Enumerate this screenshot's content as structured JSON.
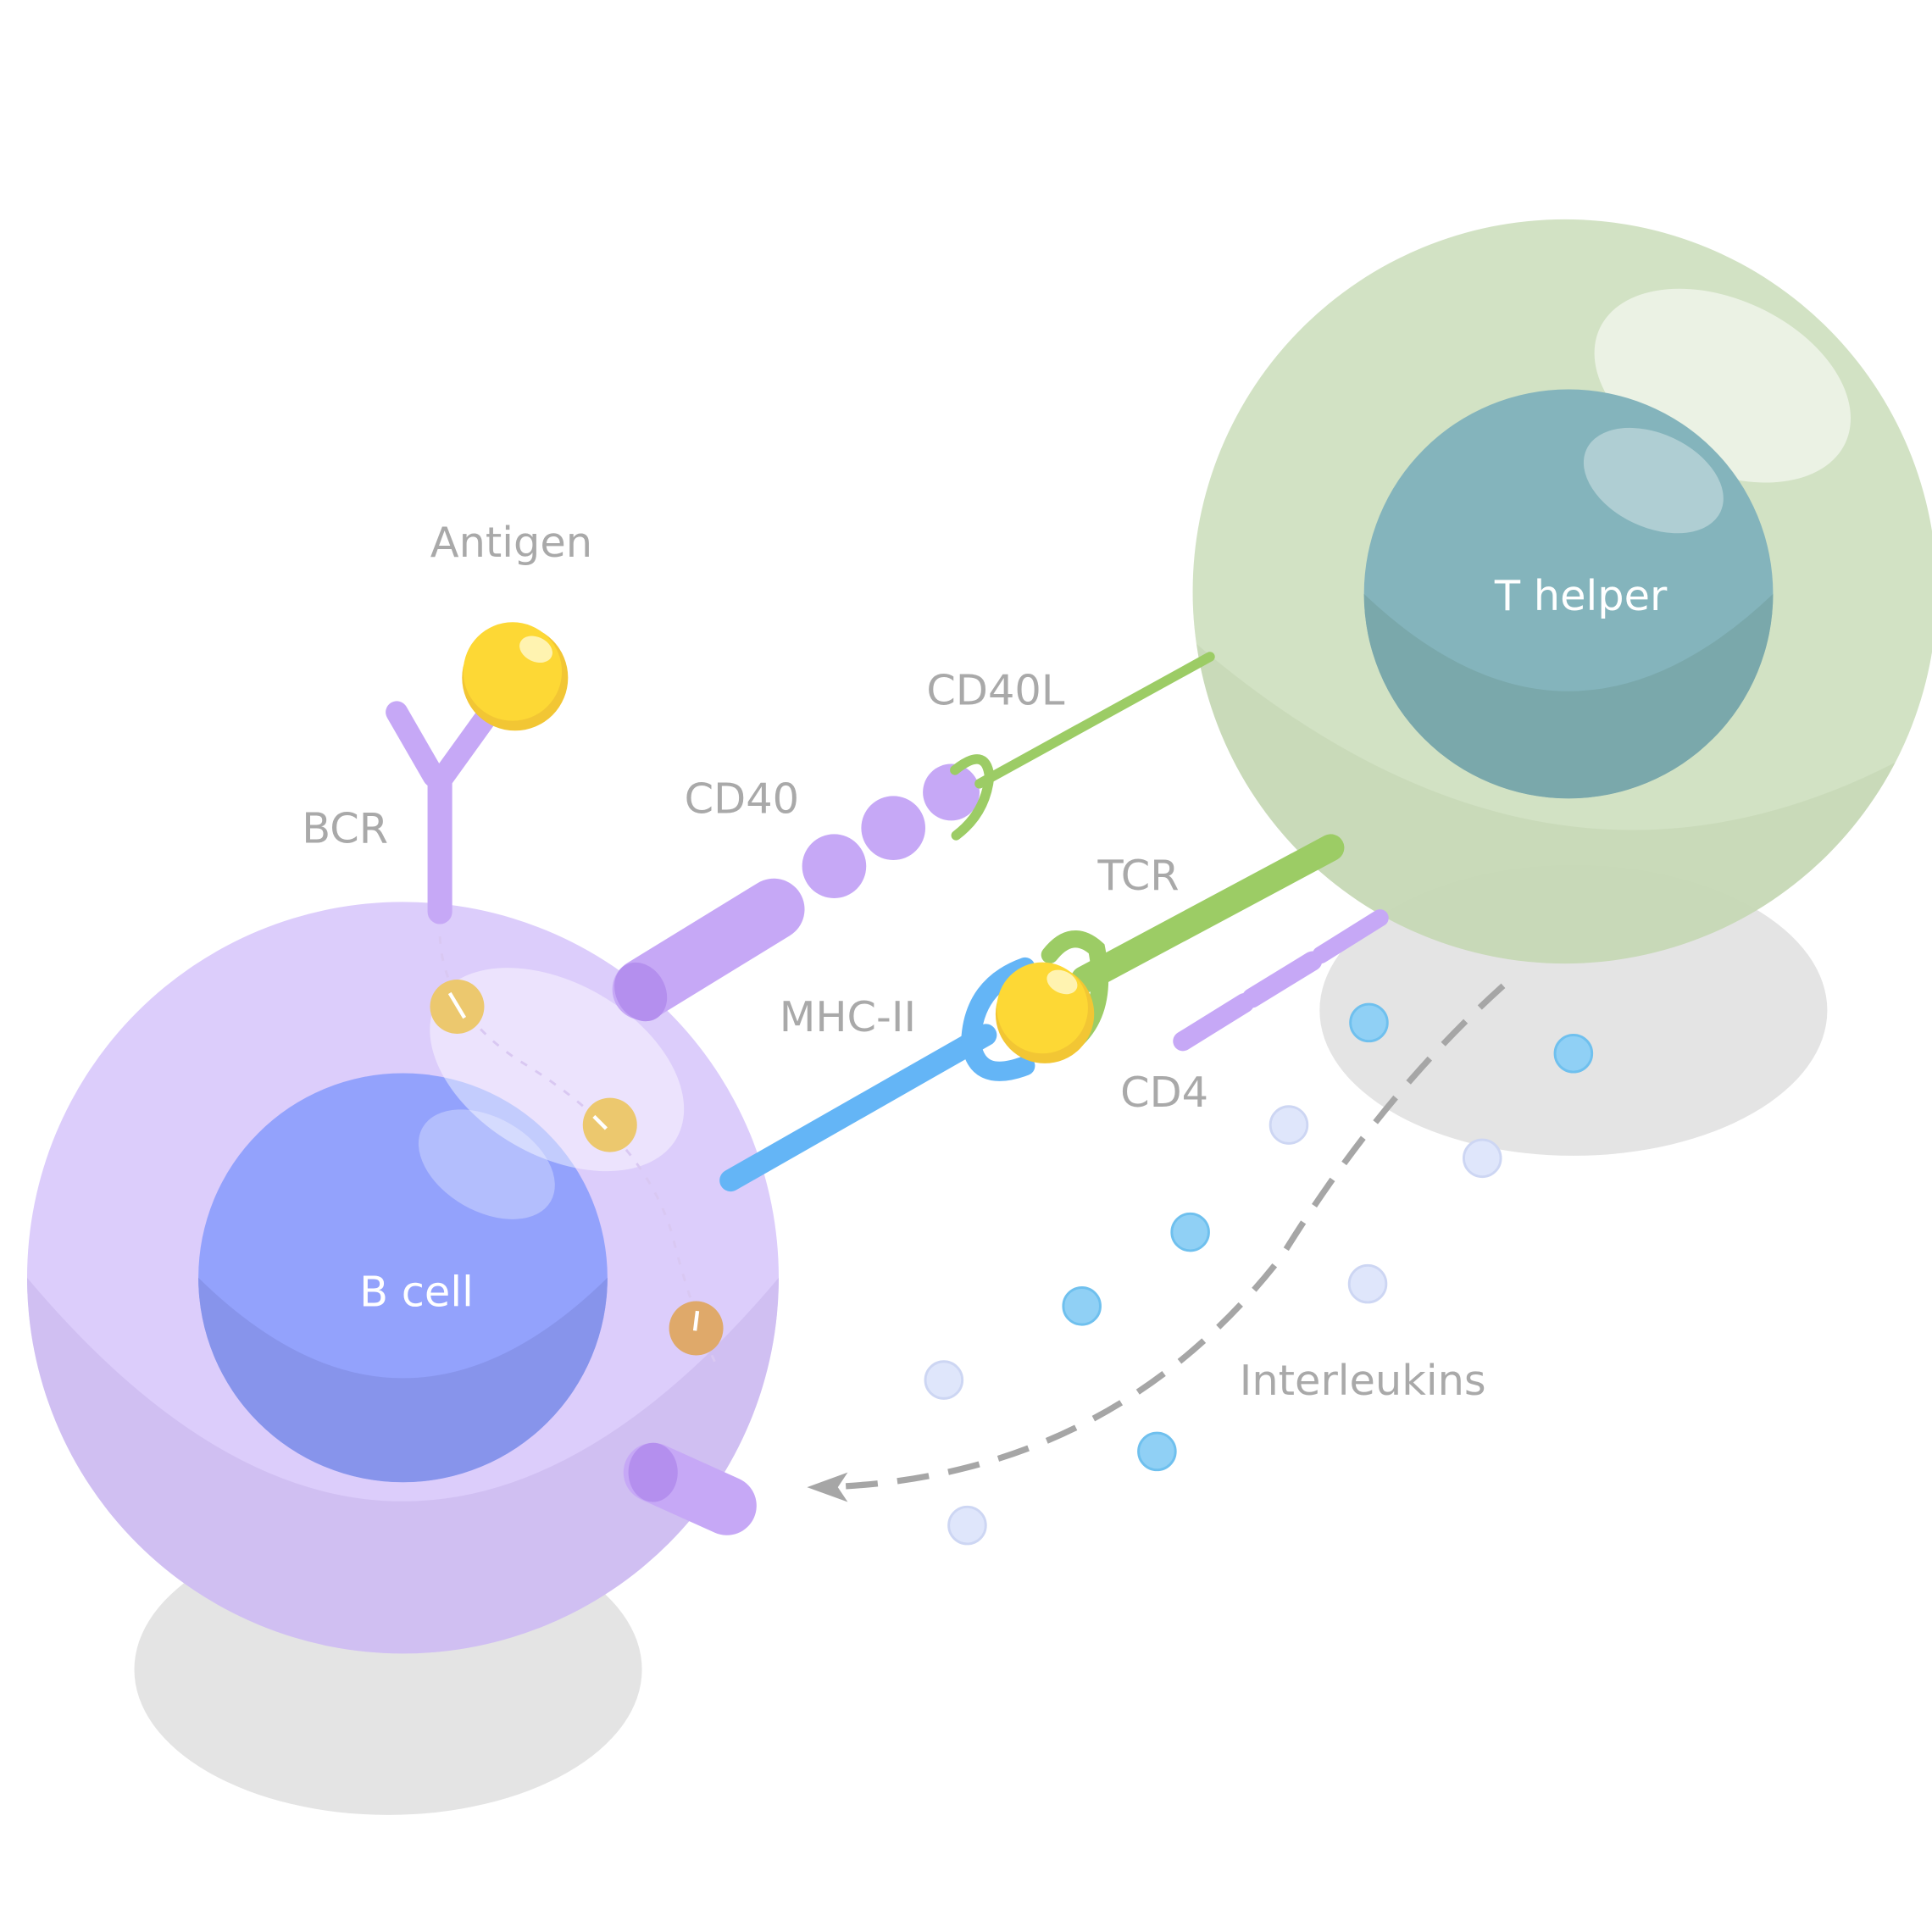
{
  "labels": {
    "antigen": "Antigen",
    "bcr": "BCR",
    "cd40": "CD40",
    "cd40l": "CD40L",
    "tcr": "TCR",
    "mhc2": "MHC-II",
    "cd4": "CD4",
    "t_helper": "T helper",
    "b_cell": "B cell",
    "interleukins": "Interleukins"
  },
  "colors": {
    "t_cell": "#cfe0bf",
    "t_nucleus": "#84b4bc",
    "b_cell": "#dccdfb",
    "b_nucleus": "#93a2fc",
    "receptor_purple": "#c6a8f6",
    "antigen_yellow": "#fdd835",
    "green": "#9ccc65",
    "blue": "#64b5f6",
    "shadow": "#e4e4e4",
    "label_gray": "#a9a9a9"
  }
}
